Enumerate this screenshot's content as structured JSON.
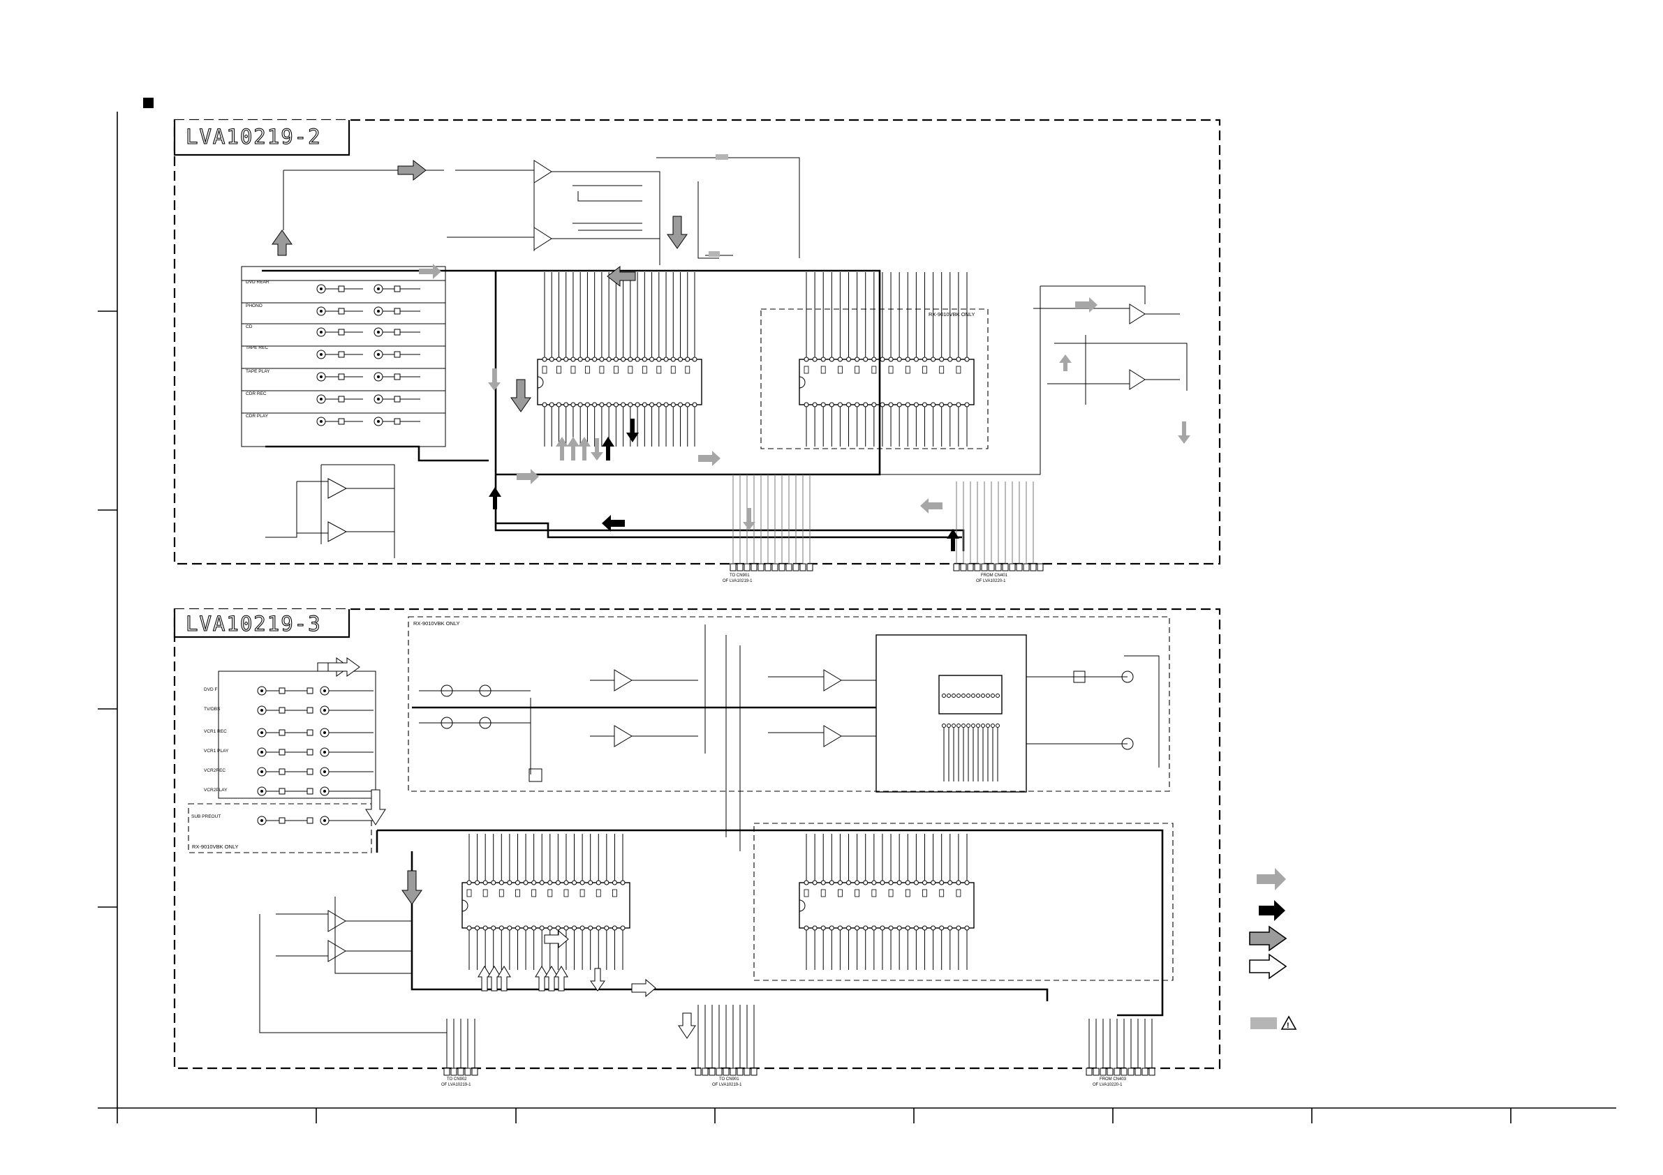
{
  "board_top": {
    "title": "LVA10219-2",
    "input_labels": [
      "DVD REAR",
      "PHONO",
      "CD",
      "TAPE REC",
      "TAPE PLAY",
      "CDR REC",
      "CDR PLAY"
    ],
    "subpanel_label": "RX-9010VBK ONLY",
    "connector_left": {
      "label": "TO CN901",
      "sub": "OF LVA10219-1"
    },
    "connector_right": {
      "label": "FROM CN401",
      "sub": "OF LVA10220-1"
    }
  },
  "board_bottom": {
    "title": "LVA10219-3",
    "input_labels": [
      "DVD F",
      "TV/DBS",
      "VCR1 REC",
      "VCR1 PLAY",
      "VCR2REC",
      "VCR2PLAY"
    ],
    "sub_input_label": "SUB PREOUT",
    "subpanel_label": "RX-9010VBK ONLY",
    "subpanel_label_2": "RX-9010VBK ONLY",
    "connector_left": {
      "label": "TO CN902",
      "sub": "OF LVA10219-1"
    },
    "connector_mid": {
      "label": "TO CN901",
      "sub": "OF LVA10219-1"
    },
    "connector_right": {
      "label": "FROM CN403",
      "sub": "OF LVA10220-1"
    }
  },
  "legend": {
    "arrow_colors": {
      "grey": "#a6a6a6",
      "black": "#000000",
      "grey_outline": "#9b9b9b",
      "white_outline": "#ffffff"
    },
    "safety_swatch_color": "#b5b5b5",
    "icons": [
      "grey-arrow-icon",
      "black-arrow-icon",
      "grey-outlined-arrow-icon",
      "white-outlined-arrow-icon",
      "warning-icon"
    ]
  }
}
